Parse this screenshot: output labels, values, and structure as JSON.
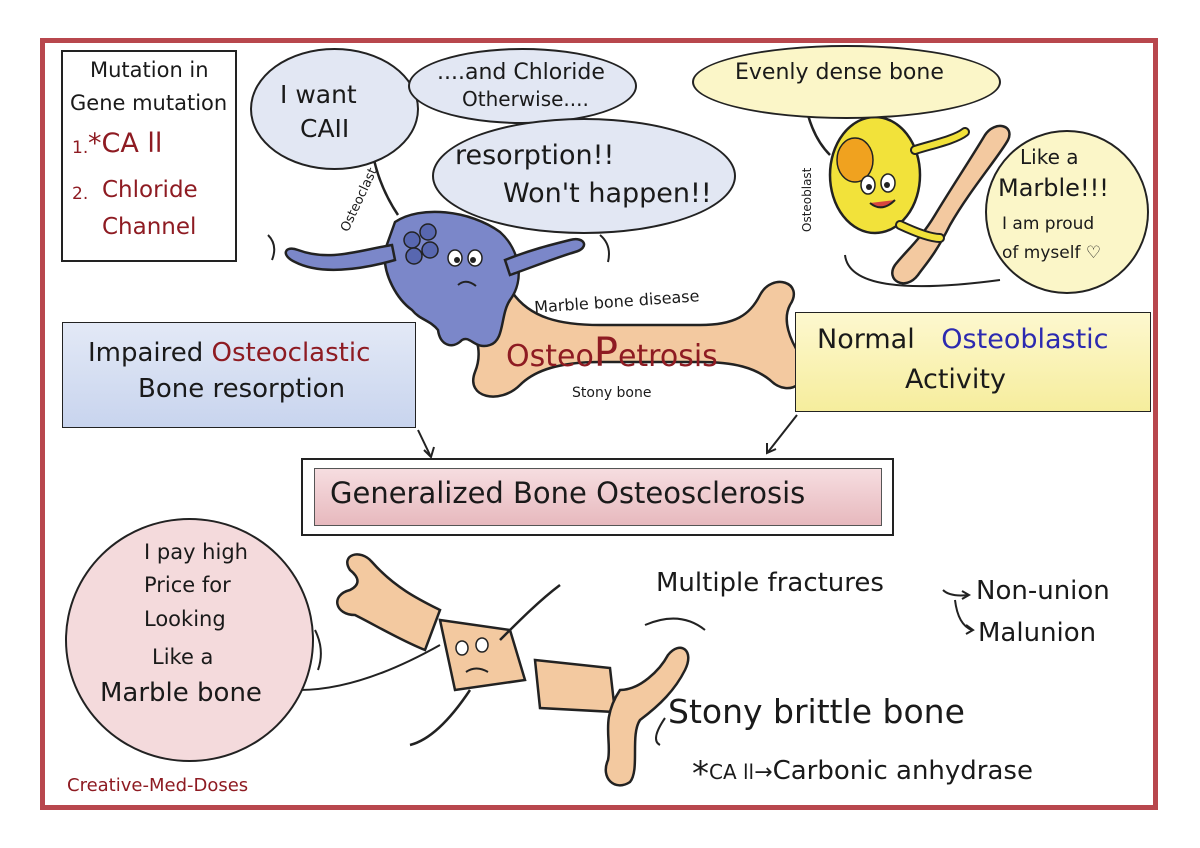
{
  "mutation_box": {
    "line1": "Mutation in",
    "line2": "Gene mutation",
    "item1_num": "1.",
    "item1_text": "*CA ll",
    "item2_num": "2.",
    "item2_line1": "Chloride",
    "item2_line2": "Channel"
  },
  "bubbles": {
    "want_line1": "I want",
    "want_line2": "CAII",
    "chloride_line1": "....and Chloride",
    "chloride_line2": "Otherwise....",
    "resorption_line1": "resorption!!",
    "resorption_line2": "Won't happen!!",
    "evenly": "Evenly dense bone",
    "marble_line1": "Like a",
    "marble_line2": "Marble!!!",
    "marble_line3": "I am proud",
    "marble_line4": "of myself ♡",
    "price_line1": "I pay high",
    "price_line2": "Price for",
    "price_line3": "Looking",
    "price_line4": "Like a",
    "price_line5": "Marble bone"
  },
  "cell_labels": {
    "osteoclast": "Osteoclast",
    "osteoblast": "Osteoblast"
  },
  "bone_center": {
    "top_label": "Marble bone disease",
    "title_part1": "Osteo",
    "title_part2": "P",
    "title_part3": "etrosis",
    "bottom_label": "Stony bone"
  },
  "impaired": {
    "word1": "Impaired",
    "word2": "Osteoclastic",
    "line2": "Bone resorption"
  },
  "normal": {
    "word1": "Normal",
    "word2": "Osteoblastic",
    "line2": "Activity"
  },
  "generalized": "Generalized Bone Osteosclerosis",
  "fractures": {
    "main": "Multiple fractures",
    "arrow": "→",
    "nonunion": "Non-union",
    "malunion": "Malunion"
  },
  "stony_brittle": "Stony brittle bone",
  "footnote": {
    "star": "*",
    "ca": "CA ll",
    "arrow": "→",
    "meaning": "Carbonic anhydrase"
  },
  "credit": "Creative-Med-Doses",
  "colors": {
    "frame": "#b8474d",
    "accent_red": "#8e1b22",
    "accent_blue": "#2c2ab0",
    "bone": "#f3c9a0",
    "osteoclast": "#7b87c9",
    "osteoblast": "#f2e23a"
  }
}
